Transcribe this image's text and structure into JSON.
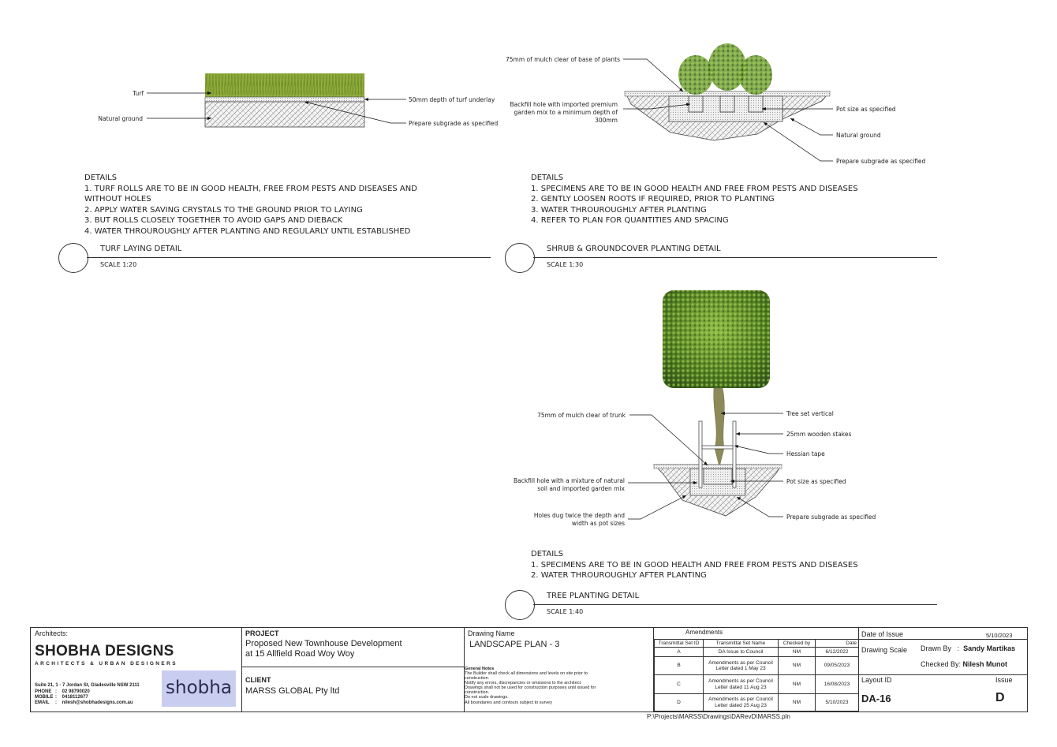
{
  "turf": {
    "labels": {
      "turf": "Turf",
      "natural_ground": "Natural ground",
      "underlay": "50mm depth of turf underlay",
      "subgrade": "Prepare subgrade as specified"
    },
    "details": [
      "DETAILS",
      "1. TURF ROLLS ARE TO BE IN GOOD HEALTH, FREE FROM PESTS AND DISEASES AND",
      "WITHOUT HOLES",
      "2. APPLY WATER SAVING CRYSTALS TO THE GROUND PRIOR TO LAYING",
      "3. BUT ROLLS CLOSELY TOGETHER TO AVOID GAPS AND DIEBACK",
      "4. WATER THROUROUGHLY AFTER PLANTING AND REGULARLY UNTIL ESTABLISHED"
    ],
    "title": "TURF LAYING DETAIL",
    "scale": "SCALE 1:20"
  },
  "shrub": {
    "labels": {
      "mulch": "75mm of mulch clear of base of plants",
      "backfill_1": "Backfill hole with imported premium",
      "backfill_2": "garden mix to a minimum depth of",
      "backfill_3": "300mm",
      "pot_size": "Pot size as specified",
      "natural_ground": "Natural ground",
      "subgrade": "Prepare subgrade as specified"
    },
    "details": [
      "DETAILS",
      "1. SPECIMENS ARE TO BE IN GOOD HEALTH AND FREE FROM PESTS AND DISEASES",
      "2. GENTLY LOOSEN ROOTS IF REQUIRED, PRIOR TO PLANTING",
      "3. WATER THROUROUGHLY AFTER PLANTING",
      "4. REFER TO PLAN FOR QUANTITIES AND SPACING"
    ],
    "title": "SHRUB & GROUNDCOVER PLANTING DETAIL",
    "scale": "SCALE 1:30"
  },
  "tree": {
    "labels": {
      "mulch": "75mm of  mulch clear of trunk",
      "vertical": "Tree set vertical",
      "stakes": "25mm wooden stakes",
      "hessian": "Hessian tape",
      "backfill_1": "Backfill hole with a mixture of natural",
      "backfill_2": "soil and imported garden mix",
      "pot_size": "Pot size as specified",
      "holes_1": "Holes dug twice the depth and",
      "holes_2": "width as pot sizes",
      "subgrade": "Prepare subgrade as specified"
    },
    "details": [
      "DETAILS",
      "1. SPECIMENS ARE TO BE IN GOOD HEALTH AND FREE FROM PESTS AND DISEASES",
      "2. WATER THROUROUGHLY AFTER PLANTING"
    ],
    "title": "TREE PLANTING DETAIL",
    "scale": "SCALE 1:40"
  },
  "titleblock": {
    "architects_label": "Architects:",
    "firm_name": "SHOBHA DESIGNS",
    "firm_tagline": "ARCHITECTS & URBAN DESIGNERS",
    "address": "Suite 21, 1 - 7 Jordan St, Gladesville NSW 2111",
    "phone_label": "PHONE",
    "phone": "02 98790020",
    "mobile_label": "MOBILE",
    "mobile": "0418112677",
    "email_label": "EMAIL",
    "email": "nilesh@shobhadesigns.com.au",
    "logo_text": "shobha",
    "project_label": "PROJECT",
    "project_line1": "Proposed New Townhouse Development",
    "project_line2": "at 15 Allfield Road Woy Woy",
    "client_label": "CLIENT",
    "client": "MARSS GLOBAL Pty ltd",
    "drawing_name_label": "Drawing Name",
    "drawing_name": "LANDSCAPE PLAN - 3",
    "general_notes_title": "General Notes",
    "general_notes": [
      "The Builder shall check all dimensions and levels on site prior to",
      "construction.",
      "Notify any errors, discrepancies or omissions to the architect.",
      "Drawings shall not be used for construction purposes until issued for",
      "construction.",
      "Do not scale drawings.",
      "All boundaries and contours subject to survey"
    ],
    "amendments_label": "Amendments",
    "amend_headers": [
      "Transmittal Set ID",
      "Transmittal Set Name",
      "Checked by",
      "Date"
    ],
    "amendments": [
      {
        "id": "A",
        "name1": "DA Issue to Council",
        "name2": "",
        "checked": "NM",
        "date": "6/12/2022"
      },
      {
        "id": "B",
        "name1": "Amendments as per Council",
        "name2": "Letter dated 1 May 23",
        "checked": "NM",
        "date": "09/05/2023"
      },
      {
        "id": "C",
        "name1": "Amendments as per Council",
        "name2": "Letter dated 11 Aug 23",
        "checked": "NM",
        "date": "16/08/2023"
      },
      {
        "id": "D",
        "name1": "Amendments as per Council",
        "name2": "Letter dated 25 Aug 23",
        "checked": "NM",
        "date": "5/10/2023"
      }
    ],
    "date_of_issue_label": "Date of Issue",
    "date_of_issue": "5/10/2023",
    "drawing_scale_label": "Drawing Scale",
    "drawn_by_label": "Drawn By",
    "drawn_by_sep": ":",
    "drawn_by": "Sandy  Martikas",
    "checked_by_label": "Checked By:",
    "checked_by": "Nilesh Munot",
    "layout_id_label": "Layout ID",
    "layout_id": "DA-16",
    "issue_label": "Issue",
    "issue": "D",
    "file_path": "P:\\Projects\\MARSS\\Drawings\\DARevD\\MARSS.pln"
  },
  "colors": {
    "foliage": "#5f8a2a",
    "turf": "#8aa63a",
    "logo_bg": "#c9cdf0",
    "logo_text": "#2b2b4a"
  }
}
